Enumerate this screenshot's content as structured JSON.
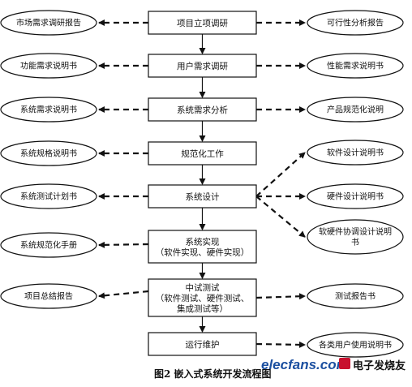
{
  "diagram": {
    "process_steps": [
      {
        "id": "p1",
        "lines": [
          "项目立项调研"
        ]
      },
      {
        "id": "p2",
        "lines": [
          "用户需求调研"
        ]
      },
      {
        "id": "p3",
        "lines": [
          "系统需求分析"
        ]
      },
      {
        "id": "p4",
        "lines": [
          "规范化工作"
        ]
      },
      {
        "id": "p5",
        "lines": [
          "系统设计"
        ]
      },
      {
        "id": "p6",
        "lines": [
          "系统实现",
          "（软件实现、硬件实现）"
        ]
      },
      {
        "id": "p7",
        "lines": [
          "中试测试",
          "（软件测试、硬件测试、",
          "集成测试等）"
        ]
      },
      {
        "id": "p8",
        "lines": [
          "运行维护"
        ]
      }
    ],
    "left_documents": [
      {
        "id": "l1",
        "lines": [
          "市场需求调研报告"
        ]
      },
      {
        "id": "l2",
        "lines": [
          "功能需求说明书"
        ]
      },
      {
        "id": "l3",
        "lines": [
          "系统需求说明书"
        ]
      },
      {
        "id": "l4",
        "lines": [
          "系统规格说明书"
        ]
      },
      {
        "id": "l5",
        "lines": [
          "系统测试计划书"
        ]
      },
      {
        "id": "l6",
        "lines": [
          "系统规范化手册"
        ]
      },
      {
        "id": "l7",
        "lines": [
          "项目总结报告"
        ]
      }
    ],
    "right_documents": [
      {
        "id": "r1",
        "lines": [
          "可行性分析报告"
        ]
      },
      {
        "id": "r2",
        "lines": [
          "性能需求说明书"
        ]
      },
      {
        "id": "r3",
        "lines": [
          "产品规范化说明"
        ]
      },
      {
        "id": "r4",
        "lines": [
          "软件设计说明书"
        ]
      },
      {
        "id": "r5",
        "lines": [
          "硬件设计说明书"
        ]
      },
      {
        "id": "r6",
        "lines": [
          "软硬件协调设计说明",
          "书"
        ]
      },
      {
        "id": "r7",
        "lines": [
          "测试报告书"
        ]
      },
      {
        "id": "r8",
        "lines": [
          "各类用户使用说明书"
        ]
      }
    ],
    "caption": "图2   嵌入式系统开发流程图",
    "watermark": {
      "site": "elecfans.com",
      "cn": "电子发烧友"
    }
  }
}
